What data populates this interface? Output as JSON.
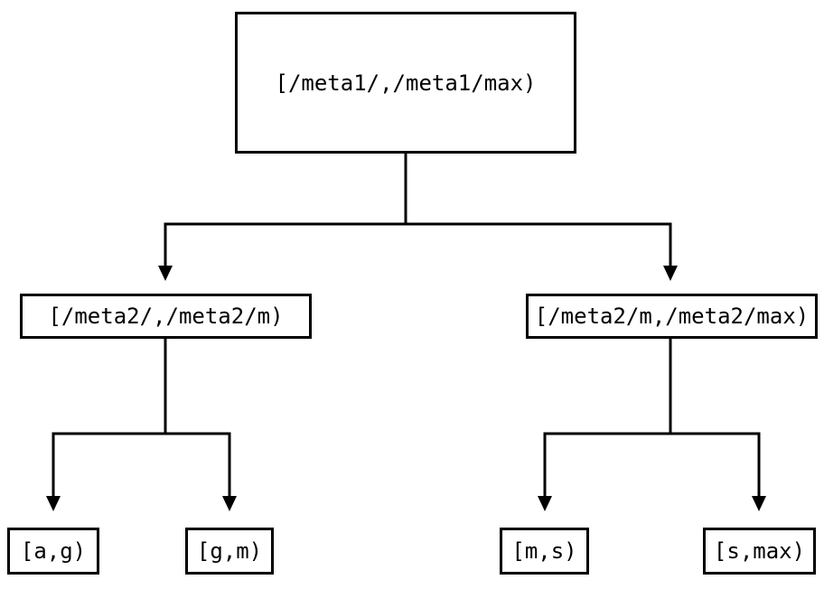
{
  "diagram": {
    "background_color": "#ffffff",
    "line_color": "#000000",
    "nodes": {
      "root": {
        "label": "[/meta1/,/meta1/max)"
      },
      "level2_left": {
        "label": "[/meta2/,/meta2/m)"
      },
      "level2_right": {
        "label": "[/meta2/m,/meta2/max)"
      },
      "leaf_ag": {
        "label": "[a,g)"
      },
      "leaf_gm": {
        "label": "[g,m)"
      },
      "leaf_ms": {
        "label": "[m,s)"
      },
      "leaf_smax": {
        "label": "[s,max)"
      }
    }
  }
}
